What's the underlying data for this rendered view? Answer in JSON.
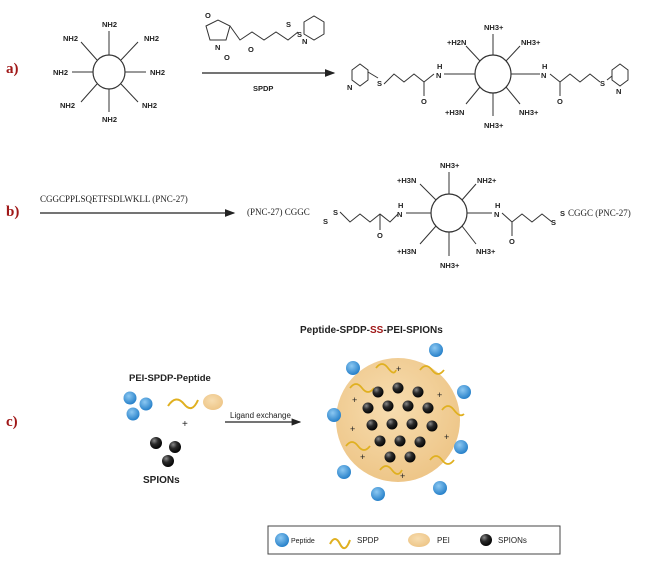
{
  "panel_labels": {
    "a": "a)",
    "b": "b)",
    "c": "c)"
  },
  "panel_a": {
    "reagent_label": "SPDP",
    "reactant_amines": [
      "NH2",
      "NH2",
      "NH2",
      "NH2",
      "NH2",
      "NH2",
      "NH2",
      "NH2"
    ],
    "product_amines": [
      "NH3+",
      "+H2N",
      "NH3+",
      "+H3N",
      "NH3+",
      "NH3+"
    ],
    "product_n_left": "N",
    "product_h_left": "H",
    "product_n_right": "N",
    "product_h_right": "H",
    "product_o_left": "O",
    "product_o_right": "O",
    "s_atoms": [
      "S",
      "S",
      "S",
      "S"
    ],
    "o_atoms": [
      "O",
      "O",
      "O"
    ],
    "n_atom": "N",
    "pyridine_n": [
      "N",
      "N",
      "N"
    ]
  },
  "panel_b": {
    "peptide_sequence": "CGGCPPLSQETFSDLWKLL (PNC-27)",
    "product_left_label": "(PNC-27) CGGC",
    "product_right_label": "CGGC (PNC-27)",
    "s_atoms": [
      "S",
      "S",
      "S",
      "S"
    ],
    "product_amines": [
      "NH3+",
      "NH2+",
      "+H3N",
      "+H3N",
      "NH3+",
      "NH3+"
    ],
    "product_n_left": "N",
    "product_h_left": "H",
    "product_n_right": "N",
    "product_h_right": "H",
    "product_o_left": "O",
    "product_o_right": "O"
  },
  "panel_c": {
    "left_title": "PEI-SPDP-Peptide",
    "plus_sign": "+",
    "spions_label": "SPIONs",
    "arrow_label": "Ligand exchange",
    "product_title_parts": [
      "Peptide-SPDP-",
      "SS",
      "-PEI-SPIONs"
    ],
    "plus_marks": [
      "+",
      "+",
      "+",
      "+",
      "+",
      "+",
      "+"
    ]
  },
  "legend": {
    "items": [
      {
        "icon": "peptide-icon",
        "label": "Peptide"
      },
      {
        "icon": "spdp-icon",
        "label": "SPDP"
      },
      {
        "icon": "pei-icon",
        "label": "PEI"
      },
      {
        "icon": "spion-icon",
        "label": "SPIONs"
      }
    ]
  },
  "colors": {
    "label_red": "#a01818",
    "peptide_blue": "#2f8fd8",
    "spdp_yellow": "#e0b020",
    "pei_tan": "#f2cf98",
    "spion_black": "#1a1a1a"
  }
}
